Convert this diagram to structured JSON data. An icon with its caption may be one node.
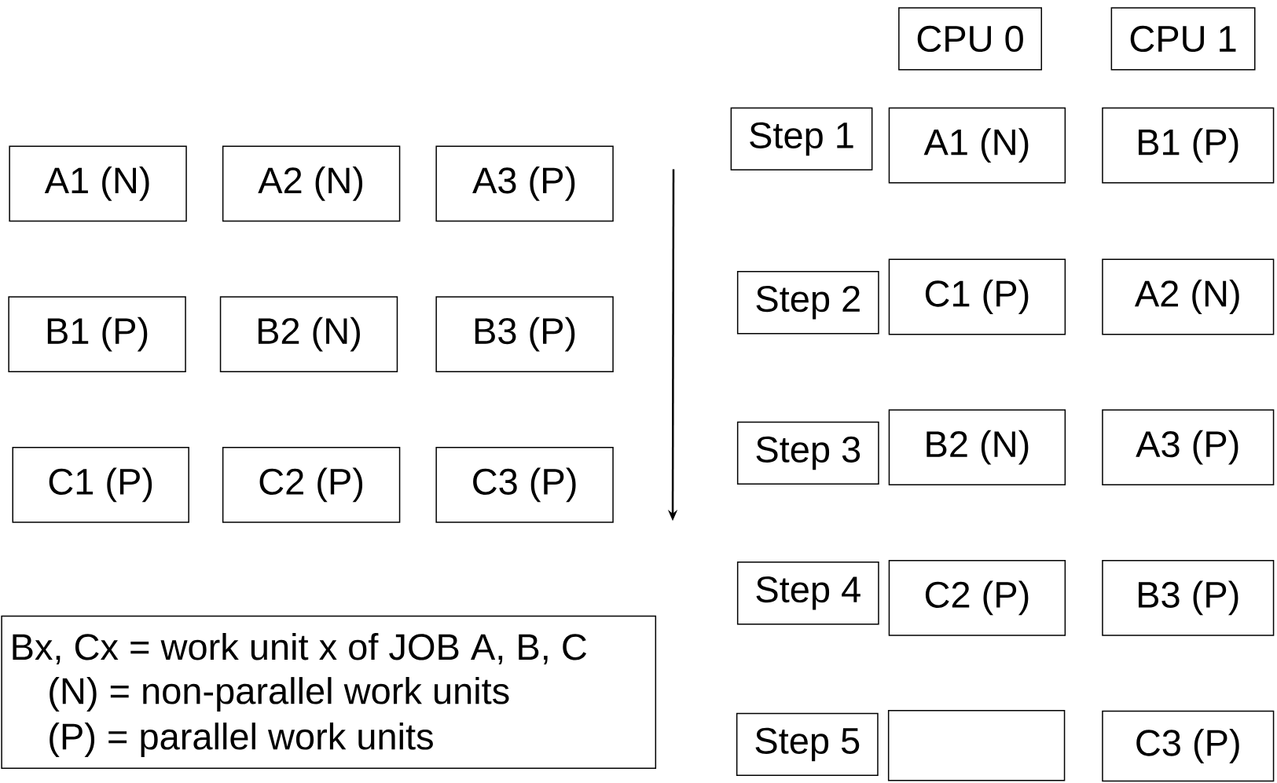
{
  "diagram": {
    "nodes": [
      {
        "text": [
          "CPU 0"
        ]
      },
      {
        "text": [
          "CPU 1"
        ]
      },
      {
        "text": [
          "A1 (N)"
        ]
      },
      {
        "text": [
          "A2 (N)"
        ]
      },
      {
        "text": [
          "A3 (P)"
        ]
      },
      {
        "text": [
          "B1 (P)"
        ]
      },
      {
        "text": [
          "B2 (N)"
        ]
      },
      {
        "text": [
          "B3 (P)"
        ]
      },
      {
        "text": [
          "C1 (P)"
        ]
      },
      {
        "text": [
          "C2 (P)"
        ]
      },
      {
        "text": [
          "C3 (P)"
        ]
      },
      {
        "text": [
          "Step 1"
        ]
      },
      {
        "text": [
          "A1 (N)"
        ]
      },
      {
        "text": [
          "B1 (P)"
        ]
      },
      {
        "text": [
          "Step 2"
        ]
      },
      {
        "text": [
          "C1 (P)"
        ]
      },
      {
        "text": [
          "A2 (N)"
        ]
      },
      {
        "text": [
          "Step 3"
        ]
      },
      {
        "text": [
          "B2 (N)"
        ]
      },
      {
        "text": [
          "A3 (P)"
        ]
      },
      {
        "text": [
          "Step 4"
        ]
      },
      {
        "text": [
          "C2 (P)"
        ]
      },
      {
        "text": [
          "B3 (P)"
        ]
      },
      {
        "text": [
          "Step 5"
        ]
      },
      {
        "text": [],
        "shape": "box"
      },
      {
        "text": [
          "C3 (P)"
        ]
      },
      {
        "text": [
          "Bx, Cx = work unit x of JOB A, B, C",
          "(N) = non-parallel work units",
          "(P) = parallel work units"
        ]
      }
    ]
  }
}
